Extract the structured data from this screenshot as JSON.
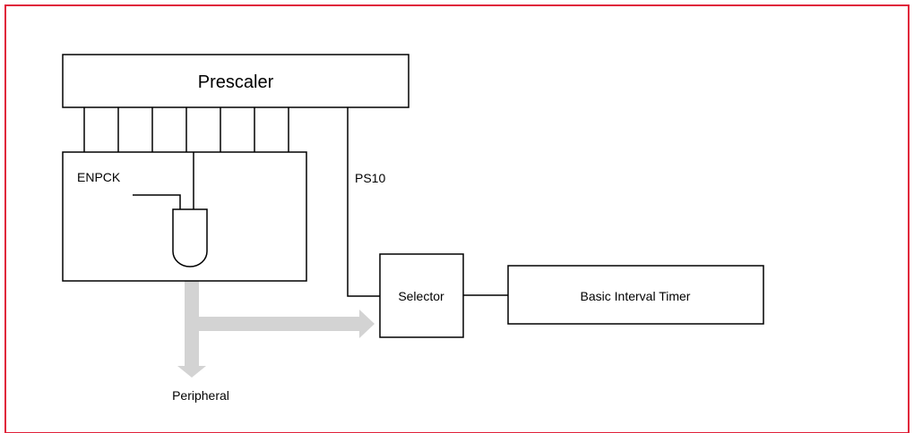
{
  "diagram": {
    "prescaler_label": "Prescaler",
    "enable_label": "ENPCK",
    "ps_label": "PS10",
    "selector_label": "Selector",
    "timer_label": "Basic Interval Timer",
    "peripheral_label": "Peripheral"
  },
  "colors": {
    "frame_border": "#e0203a",
    "line": "#000000",
    "arrow_fill": "#d3d3d3"
  }
}
